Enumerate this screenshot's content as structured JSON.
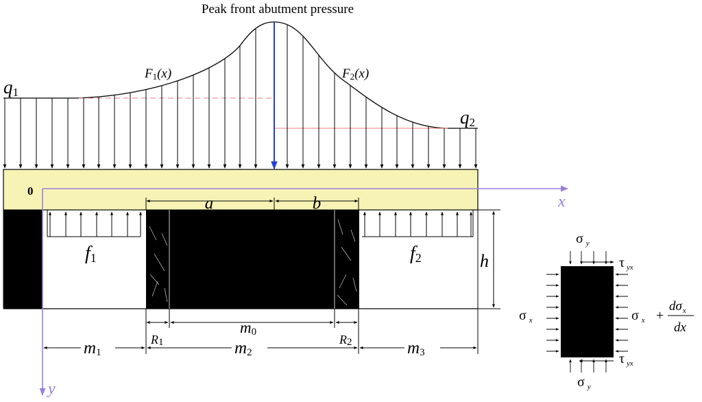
{
  "title": "Peak front abutment pressure",
  "load": {
    "q1": {
      "base": "q",
      "sub": "1"
    },
    "q2": {
      "base": "q",
      "sub": "2"
    },
    "F1": {
      "base": "F",
      "sub": "1",
      "arg": "(x)"
    },
    "F2": {
      "base": "F",
      "sub": "2",
      "arg": "(x)"
    }
  },
  "support": {
    "f1": {
      "base": "f",
      "sub": "1"
    },
    "f2": {
      "base": "f",
      "sub": "2"
    }
  },
  "origin": "0",
  "axes": {
    "x": "x",
    "y": "y"
  },
  "dims": {
    "a": "a",
    "b": "b",
    "h": "h",
    "m0": {
      "base": "m",
      "sub": "0"
    },
    "m1": {
      "base": "m",
      "sub": "1"
    },
    "m2": {
      "base": "m",
      "sub": "2"
    },
    "m3": {
      "base": "m",
      "sub": "3"
    },
    "R1": {
      "base": "R",
      "sub": "1"
    },
    "R2": {
      "base": "R",
      "sub": "2"
    }
  },
  "element": {
    "sigma_y_top": {
      "base": "σ",
      "sub": "y"
    },
    "sigma_y_bottom": {
      "base": "σ",
      "sub": "y"
    },
    "sigma_x_left": {
      "base": "σ",
      "sub": "x"
    },
    "sigma_x_right": {
      "base": "σ",
      "sub": "x"
    },
    "plus": "+",
    "dsigma_num": {
      "base": "dσ",
      "sub": "x"
    },
    "dsigma_den": "dx",
    "tau_top": {
      "base": "τ",
      "sub": "yx"
    },
    "tau_bottom": {
      "base": "τ",
      "sub": "yx"
    }
  },
  "colors": {
    "beam": "#f7f3b5",
    "axis": "#9b7fe0",
    "peak": "#1f3fd6",
    "dashed": "#e87c7c",
    "solid": "#000000"
  }
}
